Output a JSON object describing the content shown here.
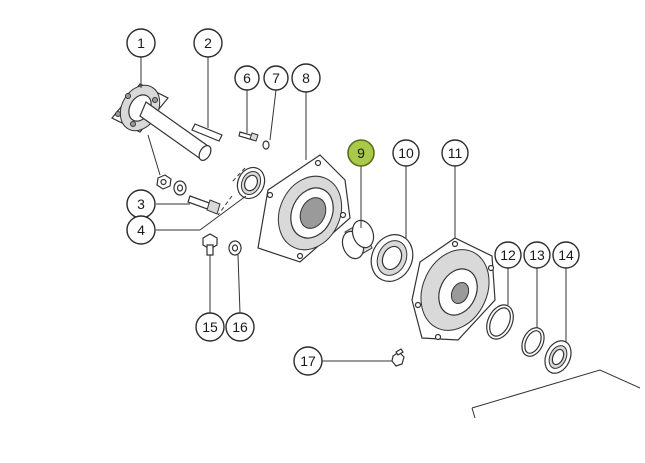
{
  "diagram": {
    "highlight_color": "#a9c94b",
    "callouts": [
      {
        "label": "1"
      },
      {
        "label": "2"
      },
      {
        "label": "3"
      },
      {
        "label": "4"
      },
      {
        "label": "6"
      },
      {
        "label": "7"
      },
      {
        "label": "8"
      },
      {
        "label": "9"
      },
      {
        "label": "10"
      },
      {
        "label": "11"
      },
      {
        "label": "12"
      },
      {
        "label": "13"
      },
      {
        "label": "14"
      },
      {
        "label": "15"
      },
      {
        "label": "16"
      },
      {
        "label": "17"
      }
    ]
  }
}
